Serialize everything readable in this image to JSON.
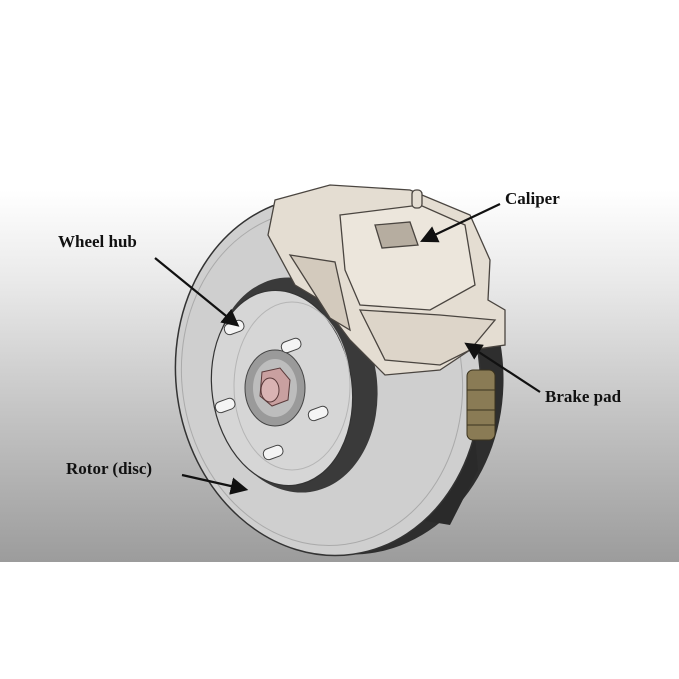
{
  "diagram": {
    "labels": {
      "caliper": "Caliper",
      "wheel_hub": "Wheel hub",
      "brake_pad": "Brake pad",
      "rotor": "Rotor (disc)"
    },
    "colors": {
      "rotor_face": "#cfcfcf",
      "rotor_edge": "#2e2e2e",
      "caliper": "#e4ddd2",
      "nut": "#c9a0a0",
      "pad_bolt": "#8a7b55"
    }
  }
}
